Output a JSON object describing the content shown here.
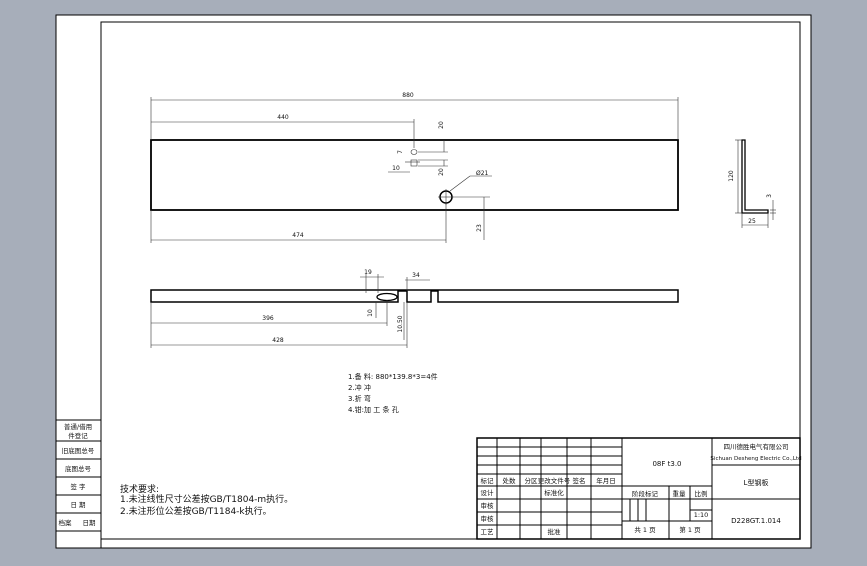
{
  "dimensions": {
    "d880": "880",
    "d440": "440",
    "d20a": "20",
    "d20b": "20",
    "d7": "7",
    "d10": "10",
    "dia21": "Ø21",
    "d474": "474",
    "d23": "23",
    "d120": "120",
    "d3": "3",
    "d25": "25",
    "d19": "19",
    "d34": "34",
    "d396": "396",
    "d428": "428",
    "d10s": "10",
    "d1050": "10.50"
  },
  "process_notes": [
    "1.备 料: 880*139.8*3=4件",
    "2.冲 冲",
    "3.折 弯",
    "4.钳:加 工 条 孔"
  ],
  "tech_requirements": {
    "title": "技术要求:",
    "line1": "1.未注线性尺寸公差按GB/T1804-m执行。",
    "line2": "2.未注形位公差按GB/T1184-k执行。"
  },
  "side_block": {
    "r1": "普通/借用",
    "r2": "件登记",
    "r3": "旧底图总号",
    "r4": "底图总号",
    "r5": "签 字",
    "r6": "日 期",
    "r7a": "档案",
    "r7b": "日期"
  },
  "title_block": {
    "material": "08F t3.0",
    "company_cn": "四川德胜电气有限公司",
    "company_en": "Sichuan Desheng Electric Co.,Ltd",
    "part_name": "L型钢板",
    "drawing_no": "D228GT.1.014",
    "stage_label": "阶段标记",
    "weight_label": "重量",
    "scale_label": "比例",
    "scale_value": "1:10",
    "sheets_total": "共 1 页",
    "sheet_no": "第 1 页",
    "row_labels": [
      "标记",
      "处数",
      "分区",
      "更改文件号",
      "签名",
      "年月日"
    ],
    "design": "设计",
    "standardize": "标准化",
    "check": "审核",
    "process": "工艺",
    "approve": "批准"
  }
}
